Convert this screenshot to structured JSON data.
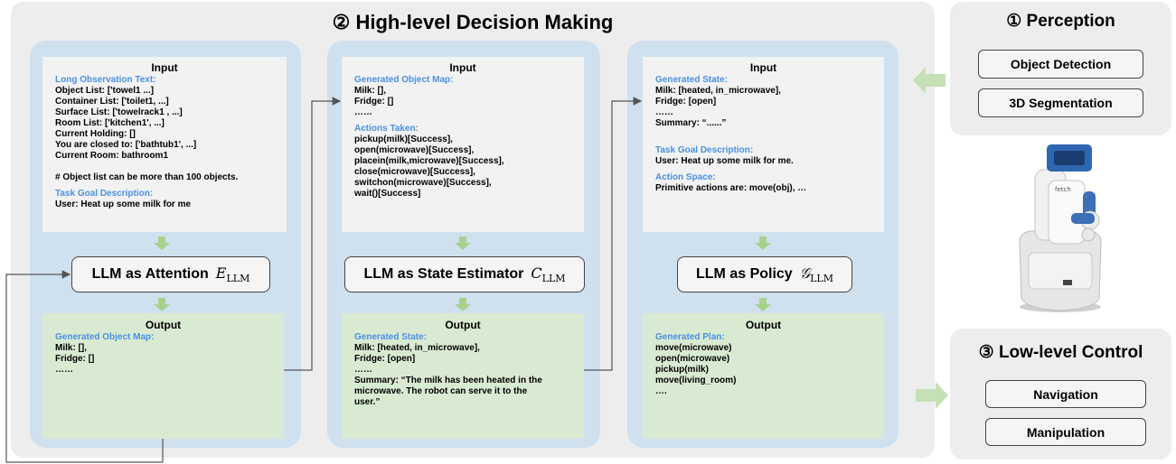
{
  "main_title": "② High-level Decision Making",
  "perception": {
    "title": "① Perception",
    "items": [
      "Object Detection",
      "3D Segmentation"
    ]
  },
  "low_level": {
    "title": "③ Low-level Control",
    "items": [
      "Navigation",
      "Manipulation"
    ]
  },
  "robot": {
    "logo": "fetch"
  },
  "columns": [
    {
      "input_title": "Input",
      "sections": [
        {
          "label": "Long Observation Text:",
          "text": "Object List: ['towel1 ...]\nContainer List: ['toilet1, ...]\nSurface List: ['towelrack1 , ...]\nRoom List: ['kitchen1', ...]\nCurrent Holding: []\nYou are closed to: ['bathtub1', ...]\nCurrent Room: bathroom1\n\n# Object list can be more than 100 objects."
        },
        {
          "label": "Task Goal Description:",
          "text": "User: Heat up some milk for me"
        }
      ],
      "module": "LLM as Attention",
      "module_symbol": "E_LLM",
      "output_title": "Output",
      "output_label": "Generated Object Map:",
      "output_text": "Milk: [],\nFridge: []\n……"
    },
    {
      "input_title": "Input",
      "sections": [
        {
          "label": "Generated Object Map:",
          "text": "Milk: [],\nFridge: []\n……"
        },
        {
          "label": "Actions Taken:",
          "text": "pickup(milk)[Success],\nopen(microwave)[Success],\nplacein(milk,microwave)[Success],\nclose(microwave)[Success],\nswitchon(microwave)[Success],\nwait()[Success]"
        }
      ],
      "module": "LLM as State Estimator",
      "module_symbol": "C_LLM",
      "output_title": "Output",
      "output_label": "Generated State:",
      "output_text": "Milk: [heated, in_microwave],\nFridge: [open]\n……\nSummary: “The milk has been heated in the\nmicrowave. The robot can serve it to the\nuser.”"
    },
    {
      "input_title": "Input",
      "sections": [
        {
          "label": "Generated State:",
          "text": "Milk: [heated, in_microwave],\nFridge: [open]\n……\nSummary: “......”"
        },
        {
          "label": "Task Goal Description:",
          "text": "User: Heat up some milk for me."
        },
        {
          "label": "Action Space:",
          "text": "Primitive actions are: move(obj), …"
        }
      ],
      "module": "LLM as Policy",
      "module_symbol": "G_LLM",
      "output_title": "Output",
      "output_label": "Generated Plan:",
      "output_text": "move(microwave)\nopen(microwave)\npickup(milk)\nmove(living_room)\n…."
    }
  ],
  "colors": {
    "panel_gray": "#ededed",
    "column_blue": "#cfe0ef",
    "input_gray": "#f2f2f2",
    "output_green": "#d9ead3",
    "label_blue": "#4a90e2",
    "arrow_green": "#c5e0b4"
  }
}
